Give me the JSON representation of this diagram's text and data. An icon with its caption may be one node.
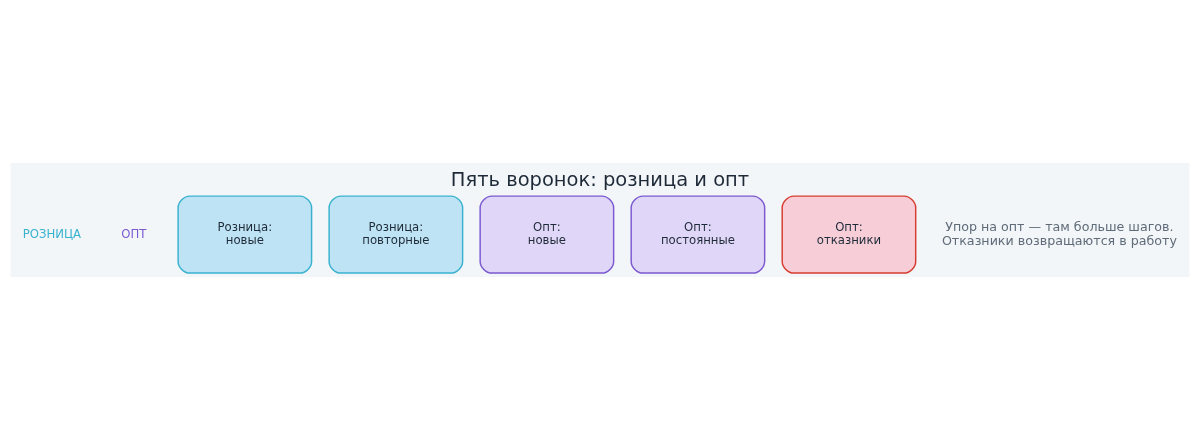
{
  "diagram": {
    "title": "Пять воронок: розница и опт",
    "caption": "Упор на опт — там больше шагов. Отказники возвращаются в работу",
    "nodes": [
      {
        "text": [
          "Розница: новые"
        ]
      },
      {
        "text": [
          "Розница: повторные"
        ]
      },
      {
        "text": [
          "Опт: новые"
        ]
      },
      {
        "text": [
          "Опт: постоянные"
        ]
      },
      {
        "text": [
          "Опт: отказники"
        ]
      }
    ],
    "labels": [
      "РОЗНИЦА",
      "ОПТ"
    ]
  }
}
